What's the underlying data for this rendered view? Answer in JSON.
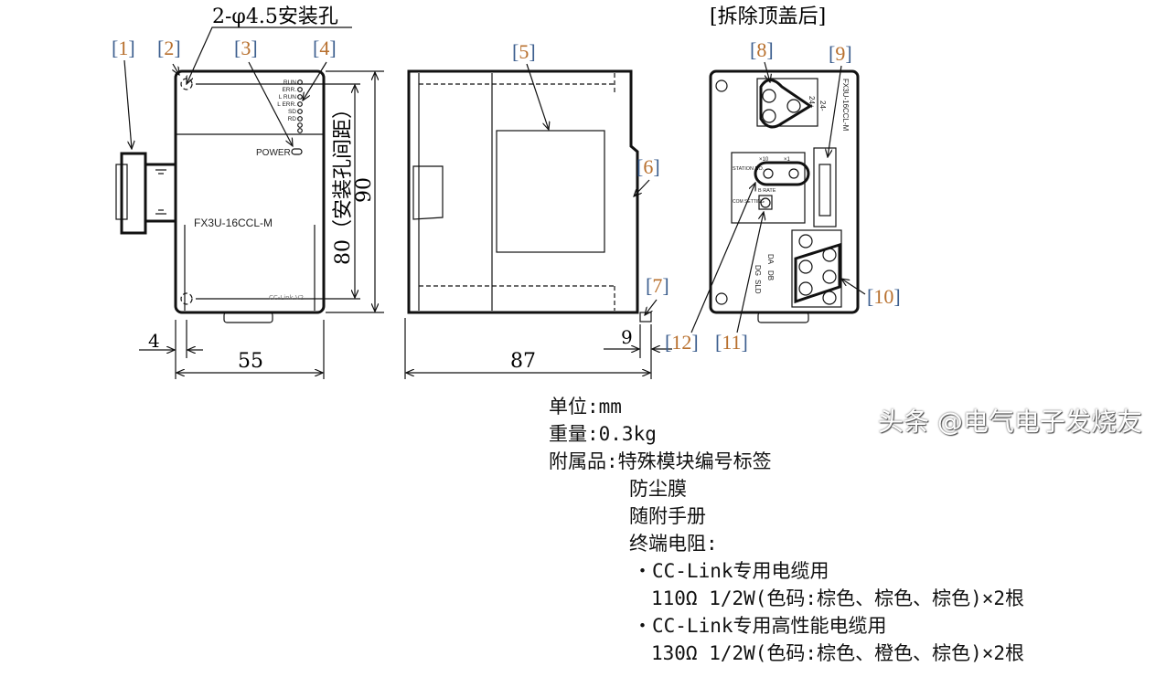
{
  "front_view": {
    "hole_note": "2-φ4.5安装孔",
    "labels": [
      "1",
      "2",
      "3",
      "4"
    ],
    "leds": [
      "RUN",
      "ERR.",
      "L RUN",
      "L ERR.",
      "SD",
      "RD"
    ],
    "power_label": "POWER",
    "model": "FX3U-16CCL-M",
    "logo": "CC-Link V2",
    "dim_width": "55",
    "dim_offset": "4",
    "dim_height": "90",
    "dim_hole_pitch": "80（安装孔间距）"
  },
  "side_view": {
    "labels": [
      "5",
      "6",
      "7"
    ],
    "dim_depth": "87",
    "dim_rail": "9"
  },
  "cover_removed_view": {
    "title": "[拆除顶盖后]",
    "labels": [
      "8",
      "9",
      "10",
      "11",
      "12"
    ],
    "terminal_24p": "24+",
    "terminal_24m": "24-",
    "model_vertical": "FX3U-16CCL-M",
    "station_label": "STATION NO.",
    "x10": "×10",
    "x1": "×1",
    "brate": "B RATE",
    "com_setting": "COM SETTING",
    "terminals": [
      "DA",
      "DB",
      "DG",
      "SLD"
    ]
  },
  "specs": {
    "unit": "单位:mm",
    "weight": "重量:0.3kg",
    "accessories_head": "附属品:特殊模块编号标签",
    "acc2": "防尘膜",
    "acc3": "随附手册",
    "acc4": "终端电阻:",
    "r1_title": "・CC-Link专用电缆用",
    "r1_value": "110Ω 1/2W(色码:棕色、棕色、棕色)×2根",
    "r2_title": "・CC-Link专用高性能电缆用",
    "r2_value": "130Ω 1/2W(色码:棕色、橙色、棕色)×2根"
  },
  "watermark": "头条 @电气电子发烧友"
}
